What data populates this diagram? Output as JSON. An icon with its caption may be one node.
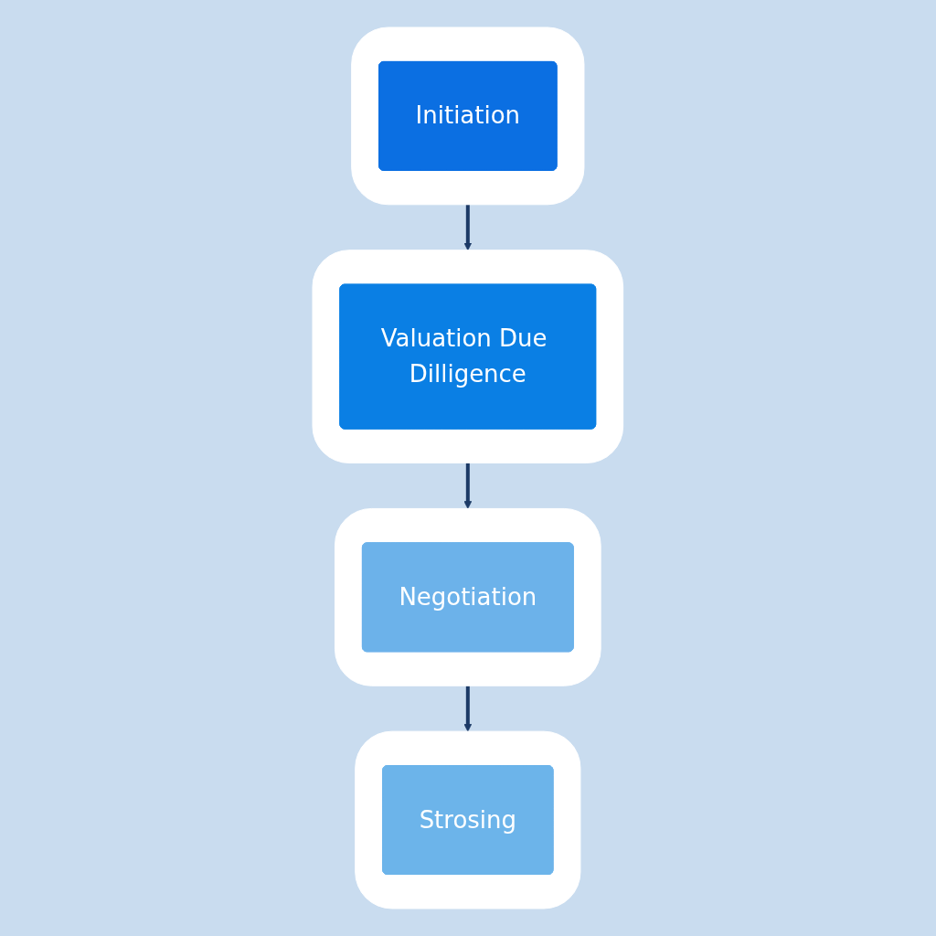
{
  "diagram": {
    "nodes": [
      {
        "text": [],
        "shape": "box"
      },
      {
        "text": [
          "Initiation"
        ],
        "in": 0
      },
      {
        "text": [],
        "shape": "box"
      },
      {
        "text": [
          "Valuation Due Dilligence"
        ],
        "in": 2
      },
      {
        "text": [],
        "shape": "box"
      },
      {
        "text": [
          "Negotiation"
        ],
        "in": 4
      },
      {
        "text": [],
        "shape": "box"
      },
      {
        "text": [
          "Strosing"
        ],
        "in": 6
      }
    ],
    "edges": [
      {
        "from": 0,
        "to": 2,
        "arrow": "to"
      },
      {
        "from": 2,
        "to": 4,
        "arrow": "to"
      },
      {
        "from": 4,
        "to": 6,
        "arrow": "to"
      }
    ]
  }
}
